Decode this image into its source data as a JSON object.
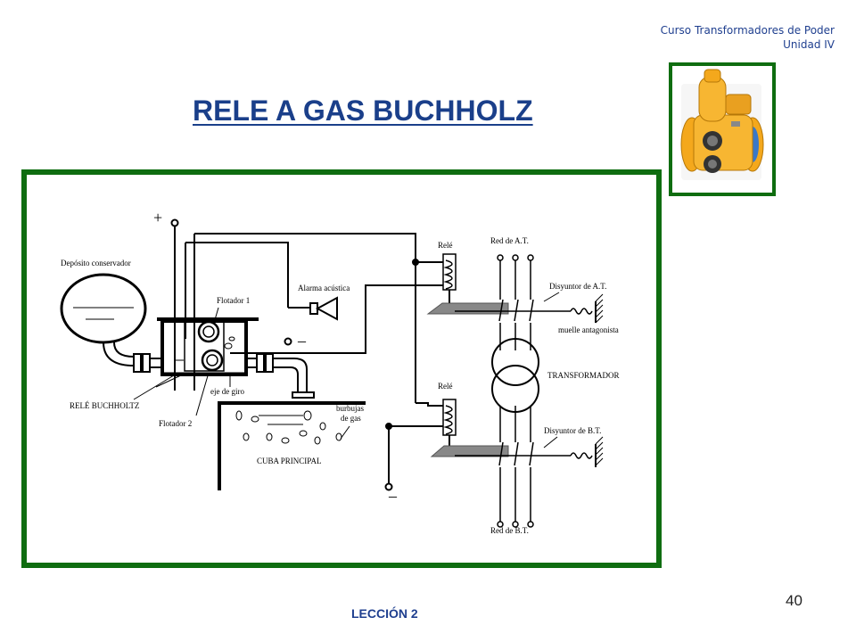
{
  "header": {
    "course": "Curso Transformadores de Poder",
    "unit": "Unidad IV"
  },
  "title": "RELE A GAS BUCHHOLZ",
  "page_number": "40",
  "footer": "LECCIÓN 2",
  "colors": {
    "frame_green": "#0f6d10",
    "title_blue": "#1a3f8a",
    "relay_yellow": "#f4a81c"
  },
  "diagram": {
    "plus_sign": "+",
    "minus_top": "–",
    "minus_bottom": "–",
    "deposito": "Depósito conservador",
    "flotador1": "Flotador 1",
    "alarma": "Alarma acústica",
    "rele_buchholtz": "RELÉ BUCHHOLTZ",
    "eje_giro": "eje de giro",
    "flotador2": "Flotador 2",
    "burbujas_1": "burbujas",
    "burbujas_2": "de gas",
    "cuba": "CUBA PRINCIPAL",
    "rele_top": "Relé",
    "rele_bottom": "Relé",
    "red_at": "Red de A.T.",
    "red_bt": "Red de B.T.",
    "disyuntor_at": "Disyuntor de A.T.",
    "disyuntor_bt": "Disyuntor de B.T.",
    "muelle": "muelle antagonista",
    "transformador": "TRANSFORMADOR"
  }
}
